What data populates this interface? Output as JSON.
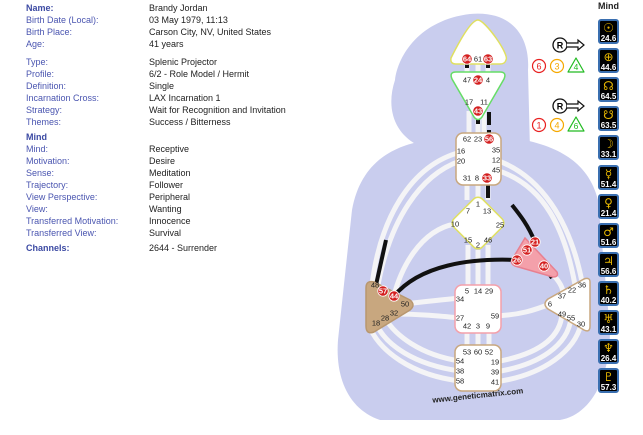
{
  "profile": {
    "name": {
      "label": "Name:",
      "value": "Brandy Jordan"
    },
    "birth_date": {
      "label": "Birth Date (Local):",
      "value": "03 May 1979, 11:13"
    },
    "birth_place": {
      "label": "Birth Place:",
      "value": "Carson City, NV, United States"
    },
    "age": {
      "label": "Age:",
      "value": "41 years"
    },
    "type": {
      "label": "Type:",
      "value": "Splenic Projector"
    },
    "profile": {
      "label": "Profile:",
      "value": "6/2 - Role Model / Hermit"
    },
    "definition": {
      "label": "Definition:",
      "value": "Single"
    },
    "incarnation_cross": {
      "label": "Incarnation Cross:",
      "value": "LAX Incarnation 1"
    },
    "strategy": {
      "label": "Strategy:",
      "value": "Wait for Recognition and Invitation"
    },
    "themes": {
      "label": "Themes:",
      "value": "Success / Bitterness"
    }
  },
  "mind_section": {
    "heading": "Mind",
    "mind": {
      "label": "Mind:",
      "value": "Receptive"
    },
    "motivation": {
      "label": "Motivation:",
      "value": "Desire"
    },
    "sense": {
      "label": "Sense:",
      "value": "Meditation"
    },
    "trajectory": {
      "label": "Trajectory:",
      "value": "Follower"
    },
    "view_perspective": {
      "label": "View Perspective:",
      "value": "Peripheral"
    },
    "view": {
      "label": "View:",
      "value": "Wanting"
    },
    "transferred_motivation": {
      "label": "Transferred Motivation:",
      "value": "Innocence"
    },
    "transferred_view": {
      "label": "Transferred View:",
      "value": "Survival"
    }
  },
  "channels": {
    "label": "Channels:",
    "value": "2644 - Surrender"
  },
  "variables": {
    "top": {
      "arrow_letter": "R",
      "numbers": [
        "6",
        "3",
        "4"
      ]
    },
    "bottom": {
      "arrow_letter": "R",
      "numbers": [
        "1",
        "4",
        "6"
      ]
    }
  },
  "planets": {
    "heading": "Mind",
    "items": [
      {
        "name": "sun",
        "glyph": "☉",
        "value": "24.6"
      },
      {
        "name": "earth",
        "glyph": "⊕",
        "value": "44.6"
      },
      {
        "name": "north-node",
        "glyph": "☊",
        "value": "64.5"
      },
      {
        "name": "south-node",
        "glyph": "☋",
        "value": "63.5"
      },
      {
        "name": "moon",
        "glyph": "☽",
        "value": "33.1"
      },
      {
        "name": "mercury",
        "glyph": "☿",
        "value": "51.4"
      },
      {
        "name": "venus",
        "glyph": "♀",
        "value": "21.4"
      },
      {
        "name": "mars",
        "glyph": "♂",
        "value": "51.6"
      },
      {
        "name": "jupiter",
        "glyph": "♃",
        "value": "56.6"
      },
      {
        "name": "saturn",
        "glyph": "♄",
        "value": "40.2"
      },
      {
        "name": "uranus",
        "glyph": "♅",
        "value": "43.1"
      },
      {
        "name": "neptune",
        "glyph": "♆",
        "value": "26.4"
      },
      {
        "name": "pluto",
        "glyph": "♇",
        "value": "57.3"
      }
    ]
  },
  "bodygraph": {
    "watermark": "www.geneticmatrix.com",
    "active_gates": [
      "64",
      "63",
      "24",
      "43",
      "56",
      "33",
      "21",
      "51",
      "26",
      "40",
      "57",
      "44"
    ],
    "centers": {
      "head": [
        "64",
        "61",
        "63"
      ],
      "ajna": [
        "47",
        "24",
        "4",
        "17",
        "11",
        "43"
      ],
      "throat": [
        "62",
        "23",
        "56",
        "16",
        "35",
        "20",
        "12",
        "45",
        "31",
        "8",
        "33"
      ],
      "g": [
        "1",
        "7",
        "13",
        "10",
        "25",
        "15",
        "2",
        "46"
      ],
      "heart": [
        "21",
        "51",
        "26",
        "40"
      ],
      "spleen": [
        "48",
        "57",
        "44",
        "50",
        "32",
        "28",
        "18"
      ],
      "sacral": [
        "5",
        "14",
        "29",
        "34",
        "27",
        "59",
        "42",
        "3",
        "9"
      ],
      "solar_plexus": [
        "36",
        "22",
        "37",
        "6",
        "49",
        "55",
        "30"
      ],
      "root": [
        "53",
        "60",
        "52",
        "54",
        "19",
        "38",
        "39",
        "58",
        "41"
      ]
    }
  },
  "colors": {
    "label": "#4a55b0",
    "body": "#c9cdee",
    "active_gate": "#d42020",
    "planet_bg": "#000000",
    "planet_glyph": "#e9b800",
    "planet_border": "#3a6fb0",
    "head": "#e8e860",
    "ajna": "#66dd66",
    "defined_tan": "#c8a77f",
    "heart": "#f4a0aa"
  }
}
